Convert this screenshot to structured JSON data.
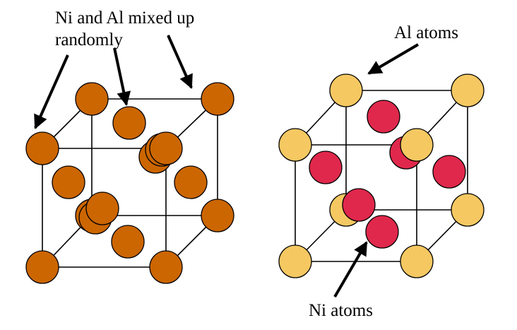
{
  "labels": {
    "mixed_line1": "Ni and Al mixed up",
    "mixed_line2": "randomly",
    "al_atoms": "Al atoms",
    "ni_atoms": "Ni atoms"
  },
  "colors": {
    "mixed_atom": "#cc6600",
    "al_atom": "#f5c862",
    "ni_atom": "#e0284c",
    "outline": "#000000"
  }
}
